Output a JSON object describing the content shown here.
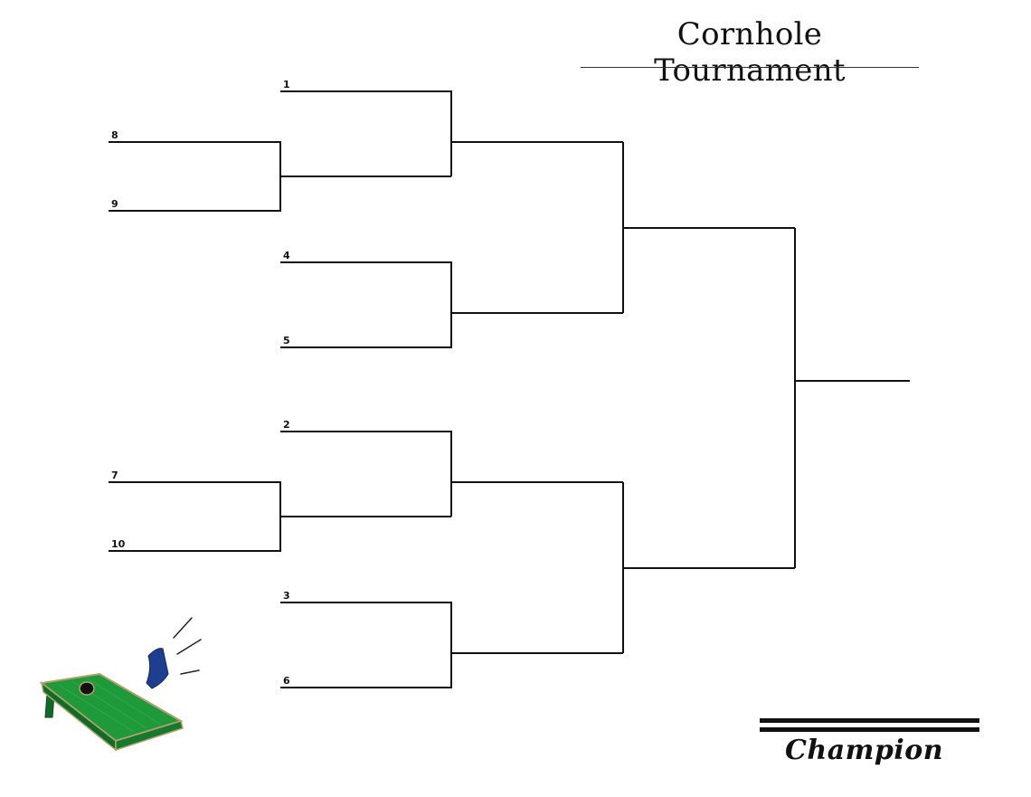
{
  "title": "Cornhole Tournament",
  "champion_label": "Champion",
  "seeds": {
    "s1": "1",
    "s8": "8",
    "s9": "9",
    "s4": "4",
    "s5": "5",
    "s2": "2",
    "s7": "7",
    "s10": "10",
    "s3": "3",
    "s6": "6"
  },
  "colors": {
    "line": "#111111",
    "board_green": "#1f9a3a",
    "board_dark": "#0f6b28",
    "board_edge": "#b5a06a",
    "bag_blue": "#1e3f8f"
  },
  "icons": [
    "cornhole-board-icon",
    "bean-bag-icon",
    "motion-lines-icon"
  ]
}
